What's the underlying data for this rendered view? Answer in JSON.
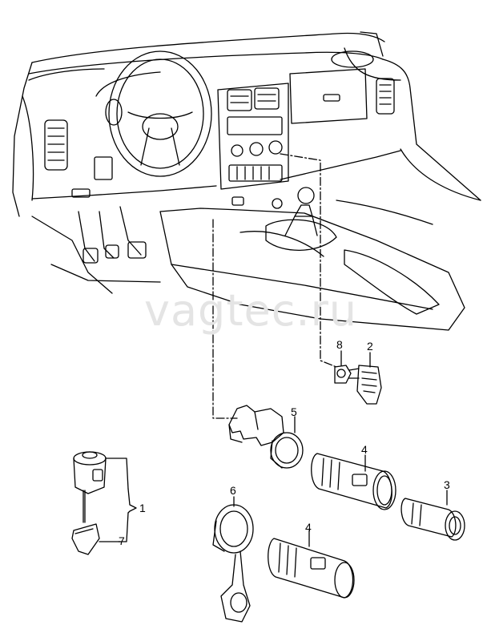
{
  "watermark": "vagtec.ru",
  "callouts": {
    "c1": "1",
    "c2": "2",
    "c3": "3",
    "c4a": "4",
    "c4b": "4",
    "c5": "5",
    "c6": "6",
    "c7": "7",
    "c8": "8"
  },
  "colors": {
    "line": "#000000",
    "watermark": "#e4e4e4"
  }
}
